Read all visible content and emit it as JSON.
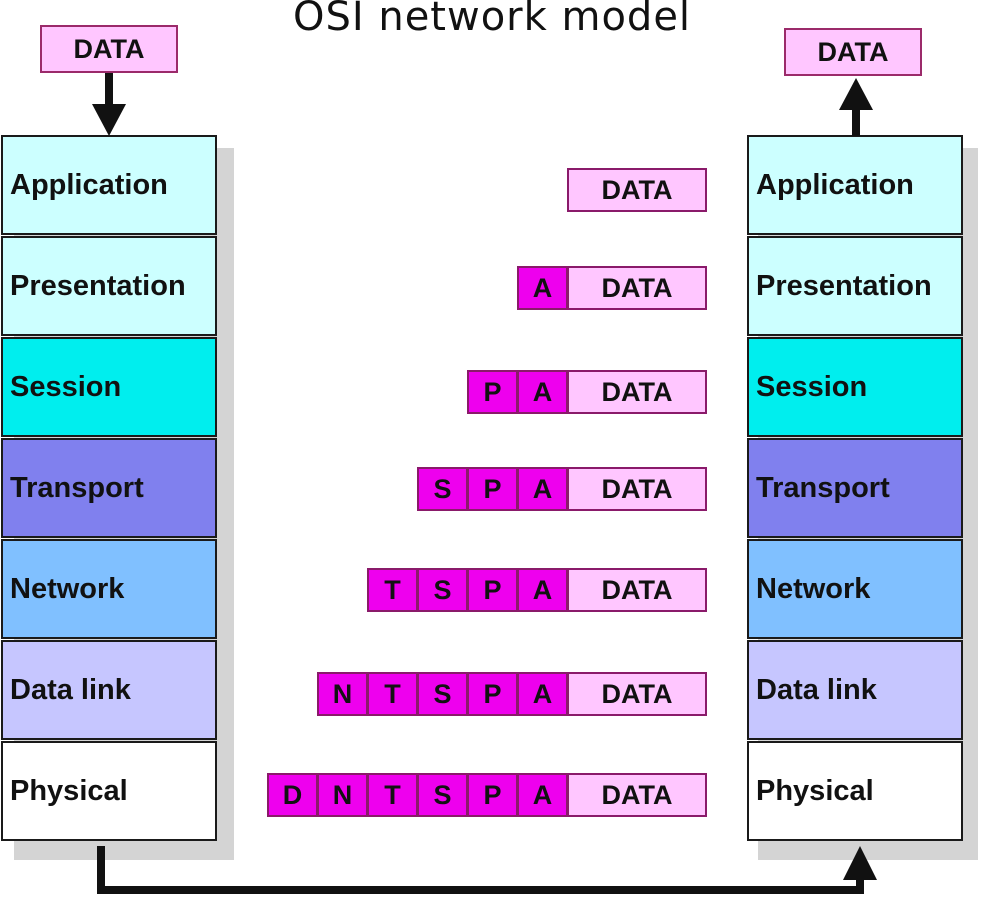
{
  "title": "OSI network model",
  "data_label": "DATA",
  "layers": [
    {
      "name": "Application",
      "color": "#ccffff"
    },
    {
      "name": "Presentation",
      "color": "#ccffff"
    },
    {
      "name": "Session",
      "color": "#00eeee"
    },
    {
      "name": "Transport",
      "color": "#8080ee"
    },
    {
      "name": "Network",
      "color": "#80c0ff"
    },
    {
      "name": "Data link",
      "color": "#c6c6ff"
    },
    {
      "name": "Physical",
      "color": "#ffffff"
    }
  ],
  "encapsulation": [
    [],
    [
      "A"
    ],
    [
      "P",
      "A"
    ],
    [
      "S",
      "P",
      "A"
    ],
    [
      "T",
      "S",
      "P",
      "A"
    ],
    [
      "N",
      "T",
      "S",
      "P",
      "A"
    ],
    [
      "D",
      "N",
      "T",
      "S",
      "P",
      "A"
    ]
  ],
  "colors": {
    "header": "#ee00ee",
    "data": "#ffc6ff"
  }
}
